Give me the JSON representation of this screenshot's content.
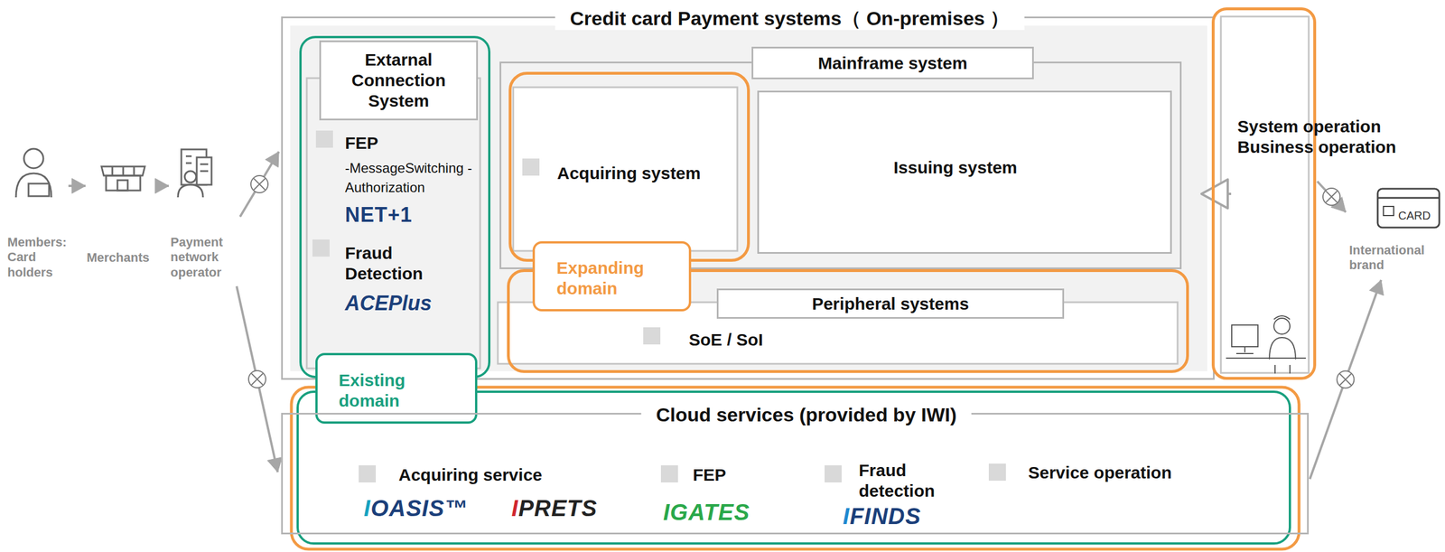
{
  "diagram": {
    "nodes": [
      {
        "text": [
          "Members: Card holders"
        ]
      },
      {
        "text": [
          "Merchants"
        ]
      },
      {
        "text": [
          "Payment network operator"
        ]
      },
      {
        "text": [
          "Credit card Payment systems（ On-premises ）"
        ]
      },
      {
        "text": [
          "Extarnal Connection System",
          "FEP",
          "-MessageSwitching -Authorization",
          "NET+1",
          "Fraud Detection",
          "ACEPlus"
        ],
        "in": 3
      },
      {
        "text": [
          "Existing domain"
        ]
      },
      {
        "text": [
          "Mainframe system"
        ],
        "in": 3
      },
      {
        "text": [
          "Acquiring system"
        ],
        "in": 6
      },
      {
        "text": [
          "Issuing system"
        ],
        "in": 6
      },
      {
        "text": [
          "Expanding domain"
        ]
      },
      {
        "text": [
          "Peripheral systems",
          "SoE / SoI"
        ],
        "in": 3
      },
      {
        "text": [
          "System operation Business operation"
        ]
      },
      {
        "text": [
          "Cloud services (provided by IWI)",
          "Acquiring service",
          "IOASIS™",
          "IPRETS",
          "FEP",
          "IGATES",
          "Fraud detection",
          "IFINDS",
          "Service operation"
        ]
      },
      {
        "text": [
          "CARD",
          "International brand"
        ]
      }
    ],
    "edges": [
      {
        "from": 0,
        "to": 1,
        "arrow": "to"
      },
      {
        "from": 1,
        "to": 2,
        "arrow": "to"
      },
      {
        "from": 2,
        "to": 3,
        "arrow": "to"
      },
      {
        "from": 2,
        "to": 12,
        "arrow": "to"
      },
      {
        "from": 11,
        "to": 13,
        "arrow": "to"
      },
      {
        "from": 12,
        "to": 13,
        "arrow": "to"
      },
      {
        "from": 11,
        "to": 3,
        "arrow": "to"
      }
    ]
  }
}
